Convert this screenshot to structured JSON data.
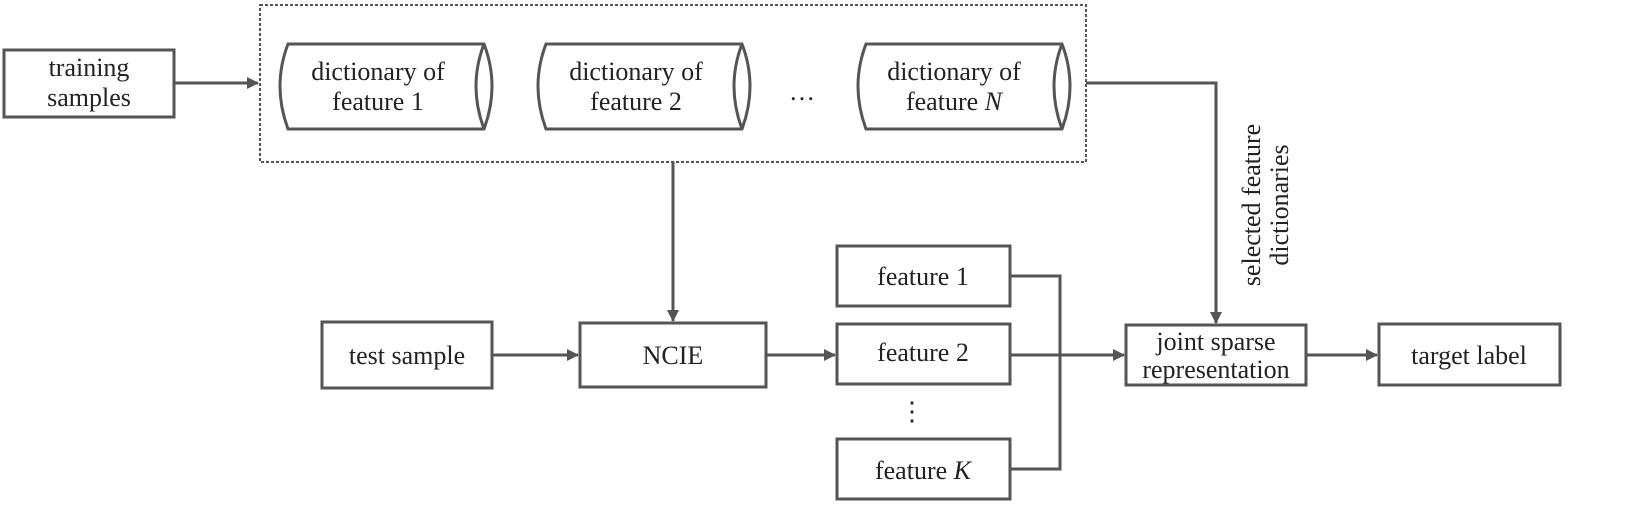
{
  "nodes": {
    "training_samples": {
      "line1": "training",
      "line2": "samples"
    },
    "dict1": {
      "line1": "dictionary of",
      "line2": "feature 1"
    },
    "dict2": {
      "line1": "dictionary of",
      "line2": "feature 2"
    },
    "dict_ellipsis": "…",
    "dictN": {
      "line1": "dictionary of",
      "line2_prefix": "feature ",
      "line2_var": "N"
    },
    "test_sample": "test sample",
    "ncie": "NCIE",
    "feature1": "feature 1",
    "feature2": "feature 2",
    "feature_ellipsis": "⋮",
    "featureK": {
      "prefix": "feature ",
      "var": "K"
    },
    "jsr": {
      "line1": "joint sparse",
      "line2": "representation"
    },
    "target_label": "target label"
  },
  "edge_labels": {
    "selected": {
      "line1": "selected feature",
      "line2": "dictionaries"
    }
  },
  "colors": {
    "stroke": "#555555",
    "text": "#222222",
    "background": "#ffffff"
  }
}
